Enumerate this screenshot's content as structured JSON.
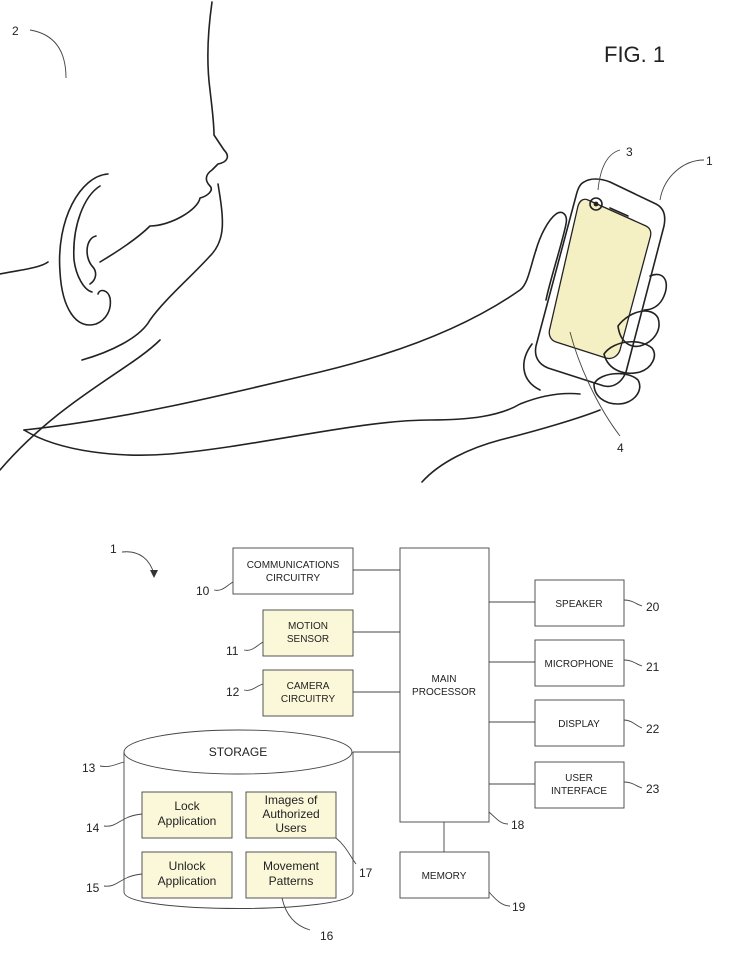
{
  "figure": {
    "title": "FIG. 1",
    "refs": {
      "user": "2",
      "phone": "1",
      "camera": "3",
      "screen": "4"
    }
  },
  "diagram": {
    "system_ref": "1",
    "components": {
      "comms": {
        "line1": "COMMUNICATIONS",
        "line2": "CIRCUITRY",
        "ref": "10"
      },
      "motion": {
        "line1": "MOTION",
        "line2": "SENSOR",
        "ref": "11"
      },
      "camera": {
        "line1": "CAMERA",
        "line2": "CIRCUITRY",
        "ref": "12"
      },
      "storage": {
        "label": "STORAGE",
        "ref": "13"
      },
      "lock": {
        "line1": "Lock",
        "line2": "Application",
        "ref": "14"
      },
      "unlock": {
        "line1": "Unlock",
        "line2": "Application",
        "ref": "15"
      },
      "patterns": {
        "line1": "Movement",
        "line2": "Patterns",
        "ref": "16"
      },
      "images": {
        "line1": "Images of",
        "line2": "Authorized",
        "line3": "Users",
        "ref": "17"
      },
      "processor": {
        "line1": "MAIN",
        "line2": "PROCESSOR",
        "ref": "18"
      },
      "memory": {
        "label": "MEMORY",
        "ref": "19"
      },
      "speaker": {
        "label": "SPEAKER",
        "ref": "20"
      },
      "microphone": {
        "label": "MICROPHONE",
        "ref": "21"
      },
      "display": {
        "label": "DISPLAY",
        "ref": "22"
      },
      "ui": {
        "line1": "USER",
        "line2": "INTERFACE",
        "ref": "23"
      }
    },
    "colors": {
      "highlight_fill": "#fbf7d9",
      "line": "#444444",
      "screen": "#f5efc4"
    }
  }
}
